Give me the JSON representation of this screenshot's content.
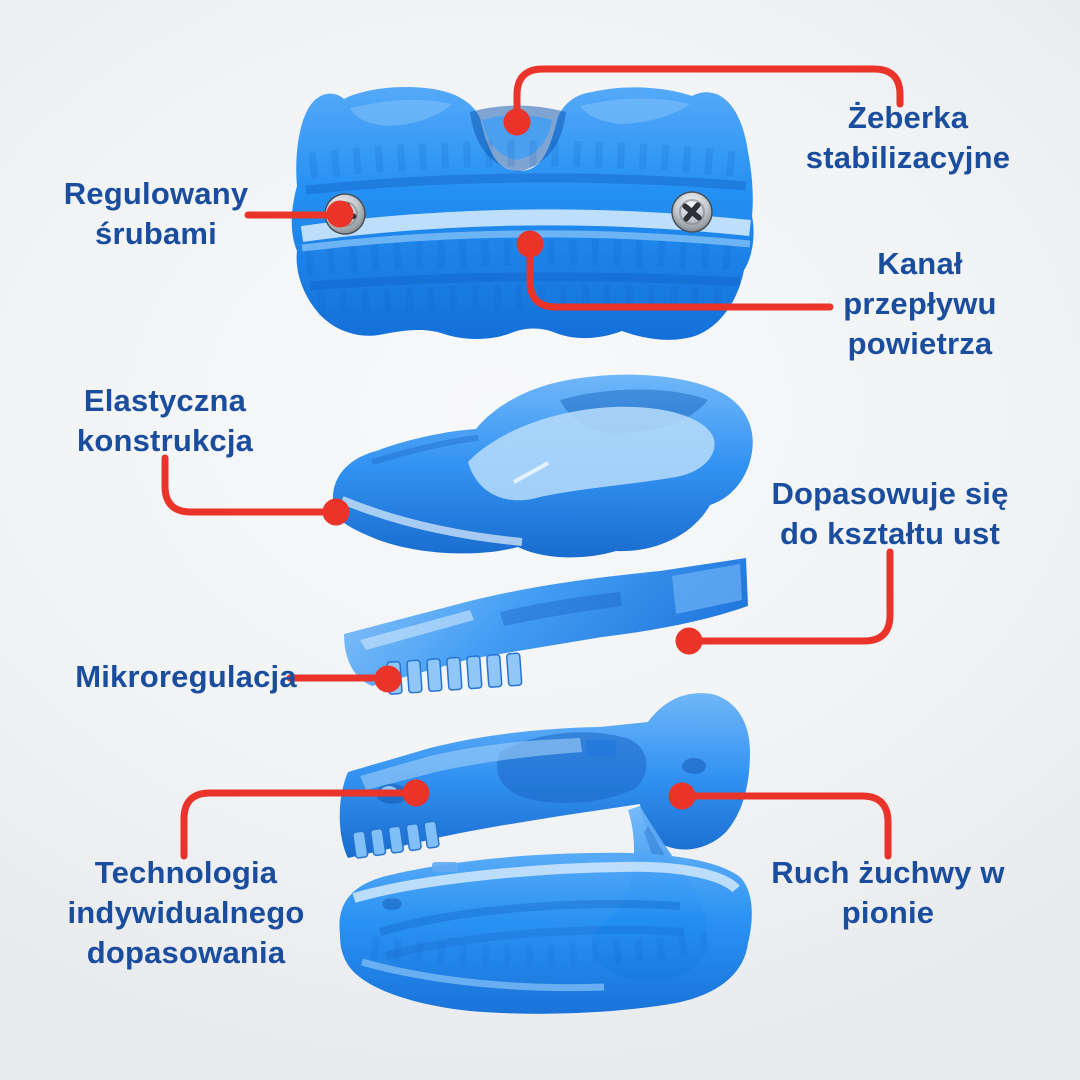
{
  "diagram": {
    "title_hint": "mouthguard-feature-callouts",
    "labels": [
      {
        "id": "zeberka",
        "lines": [
          "Żeberka",
          "stabilizacyjne"
        ]
      },
      {
        "id": "regulowany",
        "lines": [
          "Regulowany",
          "śrubami"
        ]
      },
      {
        "id": "kanal",
        "lines": [
          "Kanał",
          "przepływu",
          "powietrza"
        ]
      },
      {
        "id": "elastyczna",
        "lines": [
          "Elastyczna",
          "konstrukcja"
        ]
      },
      {
        "id": "dopasowuje",
        "lines": [
          "Dopasowuje się",
          "do kształtu ust"
        ]
      },
      {
        "id": "mikroregulacja",
        "lines": [
          "Mikroregulacja"
        ]
      },
      {
        "id": "technologia",
        "lines": [
          "Technologia",
          "indywidualnego",
          "dopasowania"
        ]
      },
      {
        "id": "ruch",
        "lines": [
          "Ruch żuchwy w",
          "pionie"
        ]
      }
    ]
  },
  "colors": {
    "label_text": "#1b4d9e",
    "callout_red": "#ea3329",
    "product_blue": "#2491f4",
    "product_blue_dark": "#0f5cc0",
    "product_blue_light": "#a9d6fc",
    "screw_metal": "#9aa0a6",
    "background": "#eff1f3"
  }
}
